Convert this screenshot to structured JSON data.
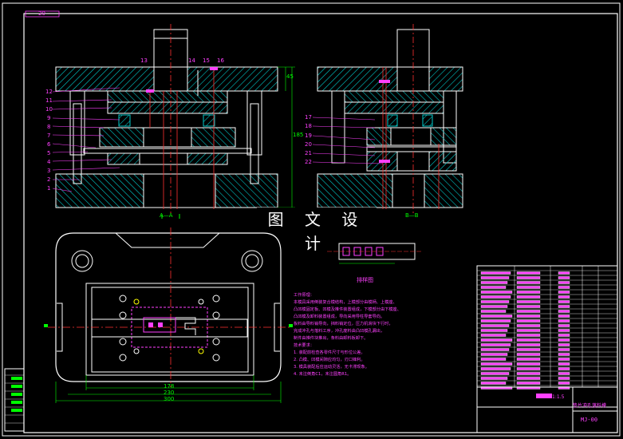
{
  "watermark": "图 文 设 计",
  "sheet_number": "20",
  "strip_layout_title": "排样图",
  "title_block": {
    "drawing_name": "垫片冲孔落料模",
    "drawing_code": "MJ-00",
    "scale": "1:1.5"
  },
  "section_labels": {
    "front": "A—A",
    "side": "B—B"
  },
  "front_callouts": [
    "12",
    "11",
    "10",
    "9",
    "8",
    "7",
    "6",
    "5",
    "4",
    "3",
    "2",
    "1"
  ],
  "front_top_callouts": [
    "13",
    "14",
    "15",
    "16"
  ],
  "side_callouts": [
    "17",
    "18",
    "19",
    "20",
    "21",
    "22"
  ],
  "dimensions": {
    "height": "185",
    "top_h": "45",
    "width_inner": "178",
    "width_mid": "230",
    "width_outer": "300"
  },
  "notes": {
    "heading1": "工作原理：",
    "p1": [
      "本模具采用倒装复合模结构，上模部分由模柄、上模座、",
      "凸凹模固定板、凹模及推件装置组成，下模部分由下模座、",
      "凸凹模及卸料装置组成，导向采用导柱导套导向。"
    ],
    "p2": [
      "板料由导料销导向，挡料销定位，压力机滑块下行时，",
      "完成冲孔与落料工序，冲孔废料由凸凹模孔漏出，",
      "制件由推件块推出，条料由卸料板卸下。"
    ],
    "heading2": "技术要求：",
    "reqs": [
      "1. 装配前检查各零件尺寸与形位公差。",
      "2. 凸模、凹模间隙应均匀，刃口锋利。",
      "3. 模具装配后应运动灵活，无卡滞现象。",
      "4. 未注倒角C1，未注圆角R1。"
    ]
  },
  "colors": {
    "background": "#000000",
    "outline": "#ffffff",
    "hatch": "#00c8c8",
    "text": "#ff40ff",
    "dimension": "#00ff00",
    "centerline": "#ff3030",
    "highlight": "#ffff00"
  }
}
